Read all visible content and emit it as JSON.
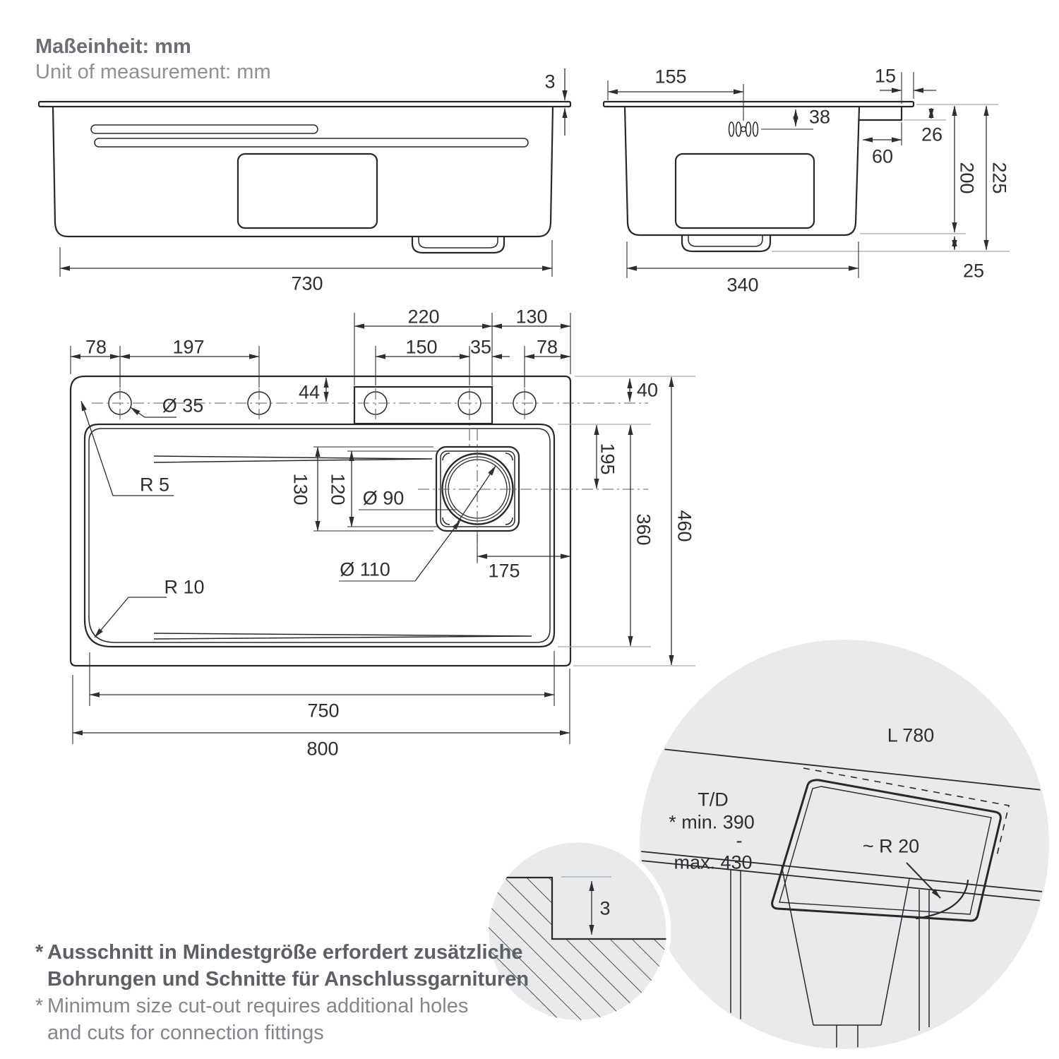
{
  "header": {
    "unit_de": "Maßeinheit: mm",
    "unit_en": "Unit of measurement: mm"
  },
  "side_view": {
    "rim_thickness": "3",
    "length": "730"
  },
  "end_view": {
    "clip_offset": "155",
    "rim_overhang": "15",
    "clip_depth": "38",
    "ledge_drop": "26",
    "ledge_width": "60",
    "bowl_depth": "200",
    "total_depth": "225",
    "drain_height": "25",
    "width": "340"
  },
  "plan_view": {
    "platform_width": "220",
    "platform_to_edge": "130",
    "hole1_offset": "78",
    "hole_spacing": "197",
    "hole3_to_hole4": "150",
    "hole4_to_platform": "35",
    "hole5_offset": "78",
    "holes_from_edge": "44",
    "bowl_from_edge": "40",
    "hole_diameter": "Ø 35",
    "corner_radius": "R 5",
    "drain_frame_outer": "130",
    "drain_frame_inner": "120",
    "drain_diameter": "Ø 90",
    "bowl_to_drain": "195",
    "drain_span": "360",
    "width_total": "460",
    "strainer_diameter": "Ø 110",
    "drain_center_offset": "175",
    "bowl_corner_radius": "R 10",
    "bowl_length": "750",
    "length_total": "800"
  },
  "cutout_detail": {
    "length": "L 780",
    "depth_label": "T/D",
    "min": "* min. 390",
    "separator": "-",
    "max": "max. 430",
    "corner_radius": "~ R 20"
  },
  "edge_detail": {
    "step_depth": "3"
  },
  "footnotes": {
    "marker": "*",
    "de_line1": "Ausschnitt in Mindestgröße erfordert zusätzliche",
    "de_line2": "Bohrungen und Schnitte für Anschlussgarnituren",
    "en_line1": "Minimum size cut-out requires additional holes",
    "en_line2": "and cuts for connection fittings"
  }
}
